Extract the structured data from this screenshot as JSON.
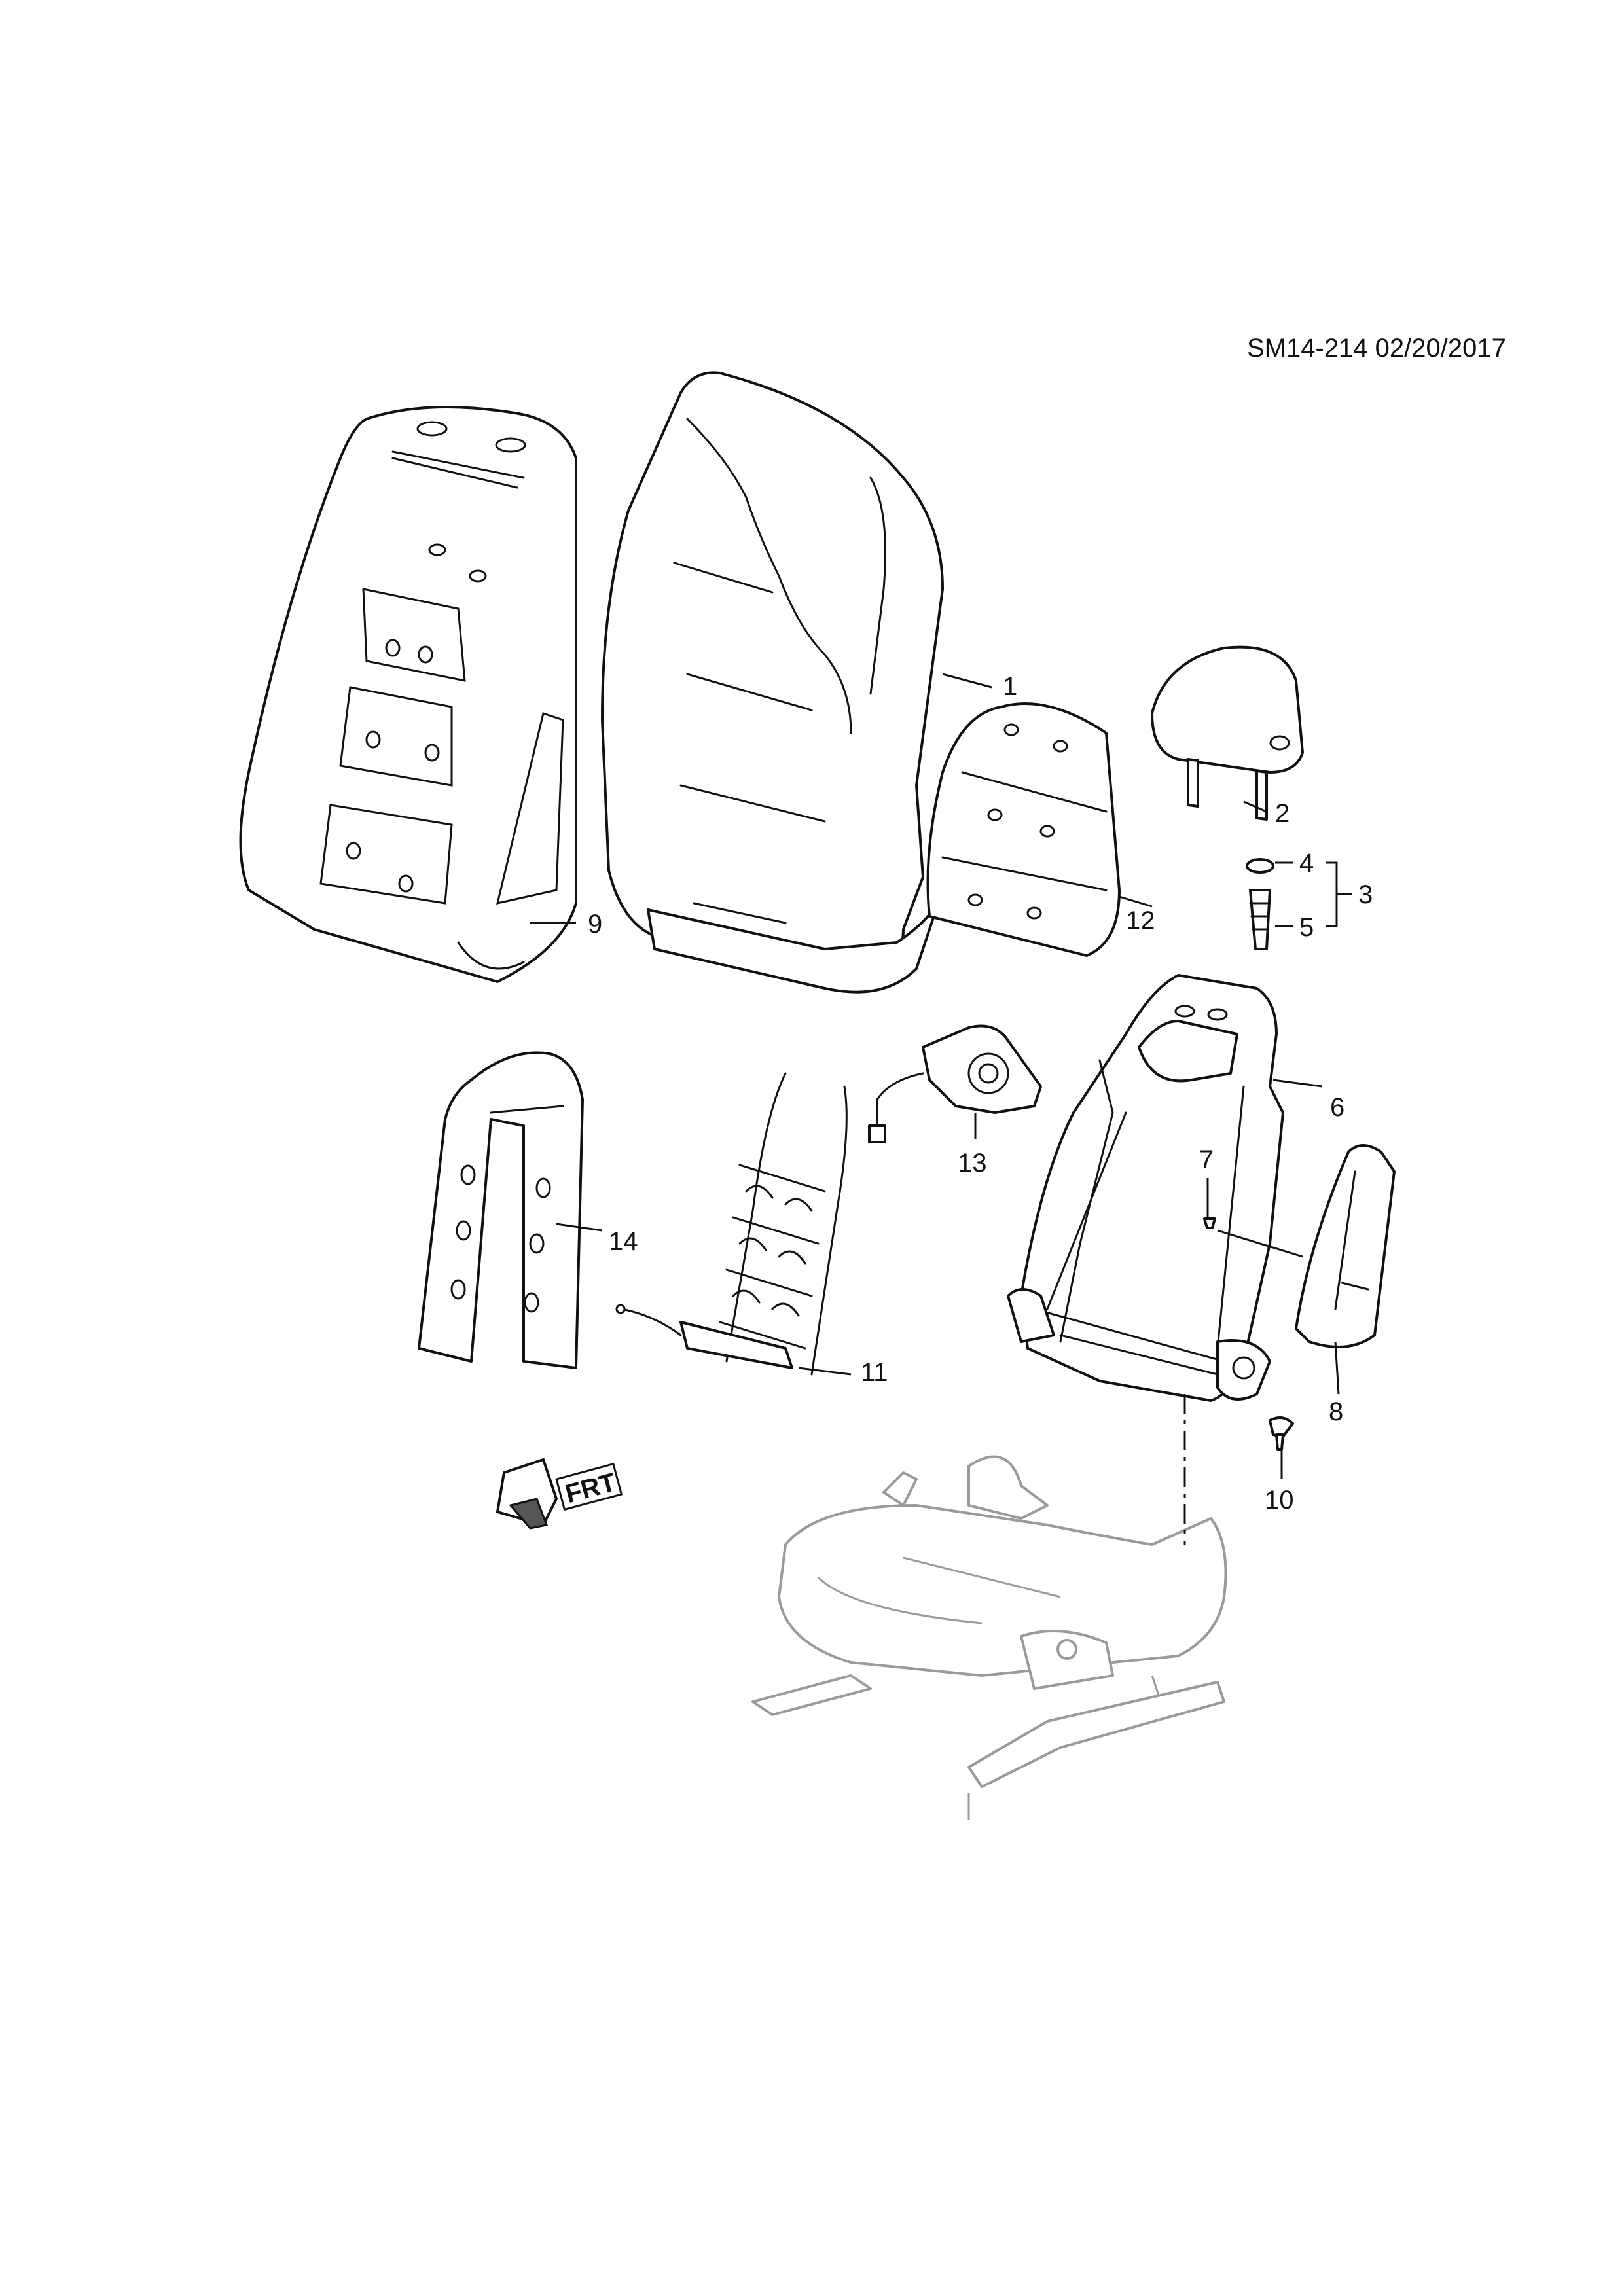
{
  "document": {
    "reference": "SM14-214 02/20/2017"
  },
  "front_indicator": {
    "label": "FRT",
    "icon": "front-arrow-icon"
  },
  "callouts": [
    {
      "id": "1"
    },
    {
      "id": "2"
    },
    {
      "id": "3"
    },
    {
      "id": "4"
    },
    {
      "id": "5"
    },
    {
      "id": "6"
    },
    {
      "id": "7"
    },
    {
      "id": "8"
    },
    {
      "id": "9"
    },
    {
      "id": "10"
    },
    {
      "id": "11"
    },
    {
      "id": "12"
    },
    {
      "id": "13"
    },
    {
      "id": "14"
    }
  ]
}
